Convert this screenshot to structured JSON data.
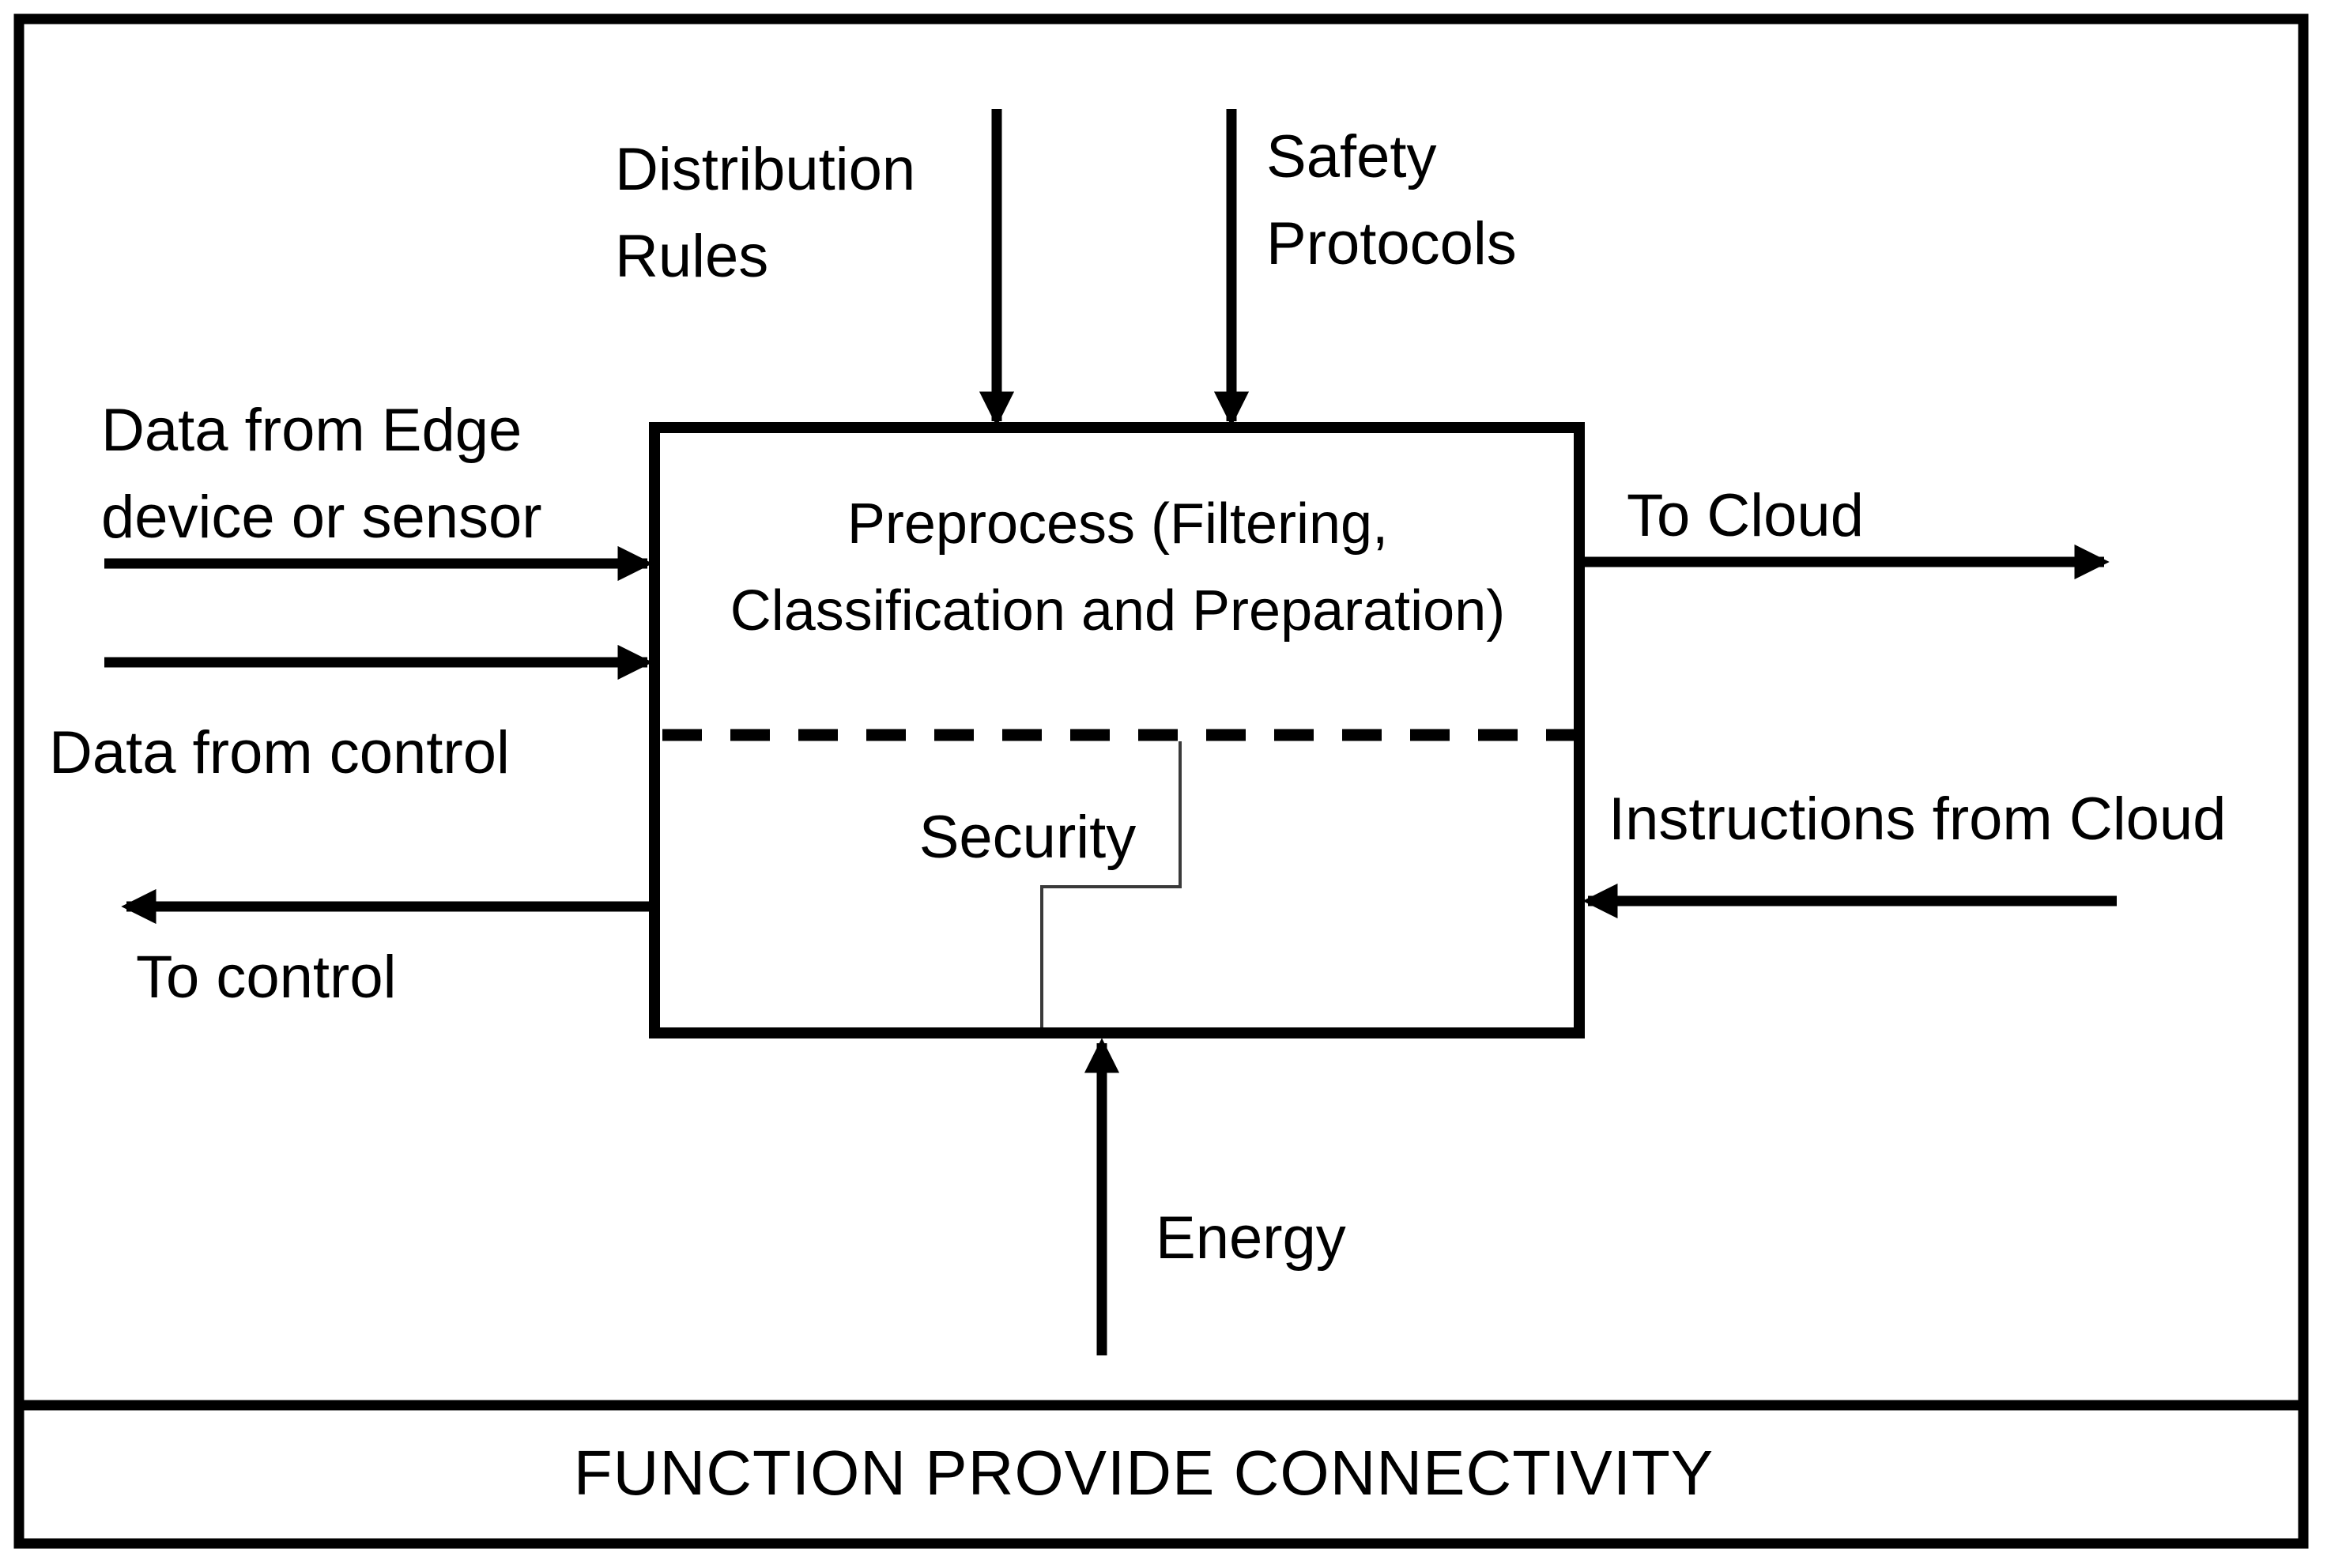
{
  "diagram": {
    "function_box": {
      "title": "Preprocess (Filtering,\nClassification and Preparation)",
      "security_label": "Security"
    },
    "top_inputs": [
      {
        "label": "Distribution\nRules"
      },
      {
        "label": "Safety\nProtocols"
      }
    ],
    "left_inputs": [
      {
        "label": "Data from Edge\ndevice or sensor"
      },
      {
        "label": "Data from control"
      }
    ],
    "left_outputs": [
      {
        "label": "To control"
      }
    ],
    "right_outputs": [
      {
        "label": "To Cloud"
      }
    ],
    "right_inputs": [
      {
        "label": "Instructions from Cloud"
      }
    ],
    "bottom_inputs": [
      {
        "label": "Energy"
      }
    ],
    "banner": {
      "label": "FUNCTION PROVIDE CONNECTIVITY"
    },
    "colors": {
      "ink": "#000000",
      "background": "#ffffff",
      "thin_step_line": "#3a3a3a"
    }
  }
}
